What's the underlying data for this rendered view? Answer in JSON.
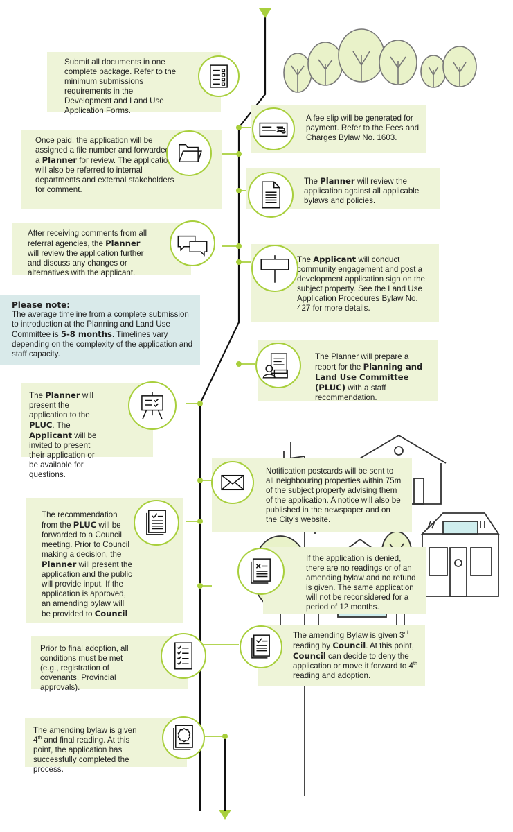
{
  "steps": [
    {
      "id": "submit",
      "parts": [
        {
          "t": "Submit all documents in one complete package. Refer to the minimum submissions requirements in the Development and Land Use Application Forms."
        }
      ]
    },
    {
      "id": "fee",
      "parts": [
        {
          "t": "A fee slip will be generated for payment. Refer to the Fees and Charges Bylaw No. 1603."
        }
      ]
    },
    {
      "id": "paid",
      "parts": [
        {
          "t": "Once paid, the application will be assigned a file number and forwarded to a "
        },
        {
          "t": "Planner",
          "b": true
        },
        {
          "t": " for review. The application will also be referred to internal departments and external stakeholders for comment."
        }
      ]
    },
    {
      "id": "review",
      "parts": [
        {
          "t": "The "
        },
        {
          "t": "Planner",
          "b": true
        },
        {
          "t": " will review the application against all applicable bylaws and policies."
        }
      ]
    },
    {
      "id": "comments",
      "parts": [
        {
          "t": "After receiving comments from all referral agencies, the "
        },
        {
          "t": "Planner",
          "b": true
        },
        {
          "t": " will review the application further and discuss any changes or alternatives with the applicant."
        }
      ]
    },
    {
      "id": "engage",
      "parts": [
        {
          "t": "The "
        },
        {
          "t": "Applicant",
          "b": true
        },
        {
          "t": " will conduct community engagement and post a development application sign on the subject property. See the Land Use Application Procedures Bylaw No. 427 for more details."
        }
      ]
    },
    {
      "id": "report",
      "parts": [
        {
          "t": "The Planner will prepare a report for the "
        },
        {
          "t": "Planning and Land Use Committee (PLUC)",
          "b": true
        },
        {
          "t": " with a staff recommendation."
        }
      ]
    },
    {
      "id": "present",
      "parts": [
        {
          "t": "The "
        },
        {
          "t": "Planner",
          "b": true
        },
        {
          "t": " will present the application to the "
        },
        {
          "t": "PLUC",
          "b": true
        },
        {
          "t": ". The "
        },
        {
          "t": "Applicant",
          "b": true
        },
        {
          "t": " will be invited to present their application or be available for questions."
        }
      ]
    },
    {
      "id": "notify",
      "parts": [
        {
          "t": "Notification postcards will be sent to all neighbouring properties within 75m of the subject property advising them of the application. A notice will also be published in the newspaper and on the City’s website."
        }
      ]
    },
    {
      "id": "recommend",
      "parts": [
        {
          "t": "The recommendation from the "
        },
        {
          "t": "PLUC",
          "b": true
        },
        {
          "t": " will be forwarded to a Council meeting. Prior to Council making a decision, the "
        },
        {
          "t": "Planner",
          "b": true
        },
        {
          "t": " will present the application and the public will provide input. If the application is approved, an amending bylaw will be provided to "
        },
        {
          "t": "Council",
          "b": true
        }
      ]
    },
    {
      "id": "denied",
      "parts": [
        {
          "t": "If the application is denied, there are no readings or of an amending bylaw and no refund is given. The same application will not be reconsidered for a period of 12 months."
        }
      ]
    },
    {
      "id": "third",
      "parts": [
        {
          "t": "The amending Bylaw is given 3"
        },
        {
          "t": "rd",
          "sup": true
        },
        {
          "t": " reading by "
        },
        {
          "t": "Council",
          "b": true
        },
        {
          "t": ". At this point, "
        },
        {
          "t": "Council",
          "b": true
        },
        {
          "t": " can decide to deny the application or move it forward to 4"
        },
        {
          "t": "th",
          "sup": true
        },
        {
          "t": " reading and adoption."
        }
      ]
    },
    {
      "id": "conditions",
      "parts": [
        {
          "t": "Prior to final adoption, all conditions must be met (e.g., registration of covenants, Provincial approvals)."
        }
      ]
    },
    {
      "id": "fourth",
      "parts": [
        {
          "t": "The amending bylaw is given 4"
        },
        {
          "t": "th",
          "sup": true
        },
        {
          "t": " and final reading. At this point, the application has successfully completed the process."
        }
      ]
    }
  ],
  "note": {
    "title": "Please note:",
    "text_before": "The average timeline from a ",
    "underline": "complete",
    "text_middle": " submission to introduction at the Planning and Land Use Committee is ",
    "bold": "5-8 months",
    "text_after": ". Timelines vary depending on the complexity of the application and staff capacity."
  },
  "icons": [
    "checklist-icon",
    "cheque-icon",
    "folder-icon",
    "document-icon",
    "speech-bubbles-icon",
    "sign-post-icon",
    "report-meeting-icon",
    "presentation-board-icon",
    "envelope-icon",
    "checked-document-icon",
    "denied-document-icon",
    "checked-document-icon",
    "checklist-document-icon",
    "certificate-icon"
  ],
  "colors": {
    "accent": "#a8cf3c",
    "box": "#eef4d8",
    "note": "#d9eaea",
    "tree": "#e9f2c9",
    "window": "#cfeeee",
    "line": "#111111"
  }
}
